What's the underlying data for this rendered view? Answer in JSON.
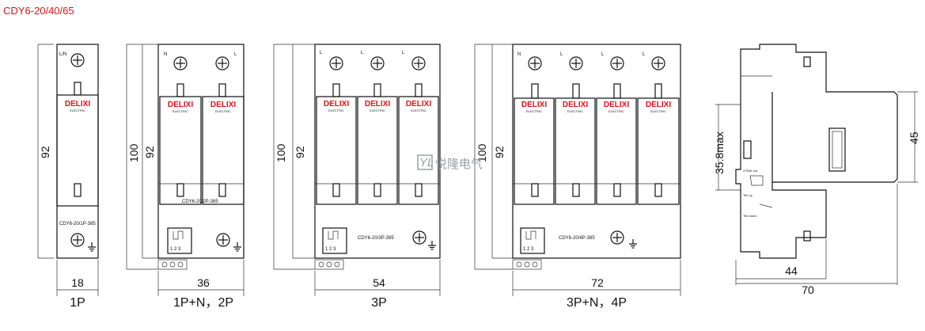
{
  "title": "CDY6-20/40/65",
  "brand": "DELIXI",
  "brand_sub": "ELECTRIC",
  "watermark": {
    "logo": "YL",
    "text": "悦隆电气"
  },
  "terminal_numbers": "1  2  3",
  "views": {
    "p1": {
      "caption": "1P",
      "width_dim": "18",
      "height_dim": "92",
      "model": "CDY6-20/1P-385",
      "terminals": [
        "L/N"
      ]
    },
    "p2": {
      "caption": "1P+N，2P",
      "width_dim": "36",
      "height_dim": "92",
      "height_dim_outer": "100",
      "model": "CDY6-20/2P-385",
      "terminals": [
        "N",
        "L"
      ]
    },
    "p3": {
      "caption": "3P",
      "width_dim": "54",
      "height_dim": "92",
      "height_dim_outer": "100",
      "model": "CDY6-20/3P-385",
      "terminals": [
        "L",
        "L",
        "L"
      ]
    },
    "p4": {
      "caption": "3P+N，4P",
      "width_dim": "72",
      "height_dim": "92",
      "height_dim_outer": "100",
      "model": "CDY6-20/4P-385",
      "terminals": [
        "N",
        "L",
        "L",
        "L"
      ]
    },
    "side": {
      "depth_dim": "70",
      "depth_inner_dim": "44",
      "height_dim": "45",
      "max_dim": "35.8max",
      "label_up": "Tile up",
      "label_down": "Tile down",
      "label_cut": "GTMK cut"
    }
  }
}
